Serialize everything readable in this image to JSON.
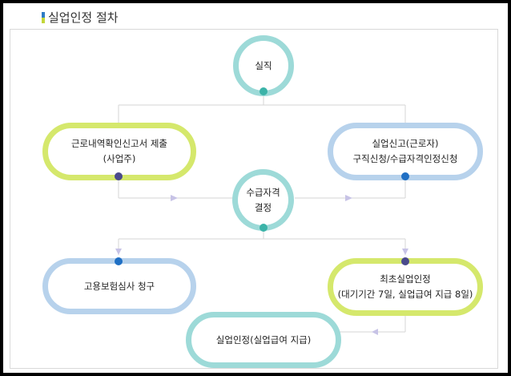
{
  "page_title": "실업인정 절차",
  "colors": {
    "green": "#d5e86c",
    "blue": "#b7d2ec",
    "teal": "#9ddad8",
    "dot_teal": "#3bb3a8",
    "dot_navy": "#4a4a8c",
    "dot_blue": "#1f6fc4",
    "arrow": "#c7c3e6"
  },
  "nodes": {
    "job_loss": {
      "line1": "실직"
    },
    "employer_report": {
      "line1": "근로내역확인신고서 제출",
      "line2": "(사업주)"
    },
    "worker_report": {
      "line1": "실업신고(근로자)",
      "line2": "구직신청/수급자격인정신청"
    },
    "eligibility": {
      "line1": "수급자격",
      "line2": "결정"
    },
    "review_request": {
      "line1": "고용보험심사 청구"
    },
    "first_recognition": {
      "line1": "최초실업인정",
      "line2": "(대기기간 7일, 실업급여 지급 8일)"
    },
    "recognition": {
      "line1": "실업인정(실업급여 지급)"
    }
  }
}
